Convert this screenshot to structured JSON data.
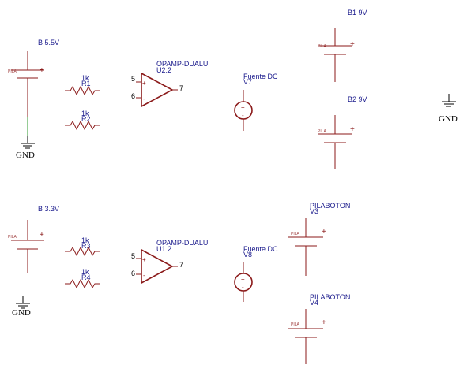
{
  "batteries": [
    {
      "name": "B 5.5V",
      "type": "PILA"
    },
    {
      "name": "B 3.3V",
      "type": "PILA"
    },
    {
      "name": "B1 9V",
      "type": "PILA"
    },
    {
      "name": "B2 9V",
      "type": "PILA"
    }
  ],
  "pilabotons": [
    {
      "part": "PILABOTON",
      "ref": "V3",
      "type": "PILA"
    },
    {
      "part": "PILABOTON",
      "ref": "V4",
      "type": "PILA"
    }
  ],
  "resistors": [
    {
      "value": "1k",
      "ref": "R1"
    },
    {
      "value": "1k",
      "ref": "R2"
    },
    {
      "value": "1k",
      "ref": "R3"
    },
    {
      "value": "1k",
      "ref": "R4"
    }
  ],
  "opamps": [
    {
      "part": "OPAMP-DUALU",
      "ref": "U2.2",
      "pin_plus": "5",
      "pin_minus": "6",
      "pin_out": "7"
    },
    {
      "part": "OPAMP-DUALU",
      "ref": "U1.2",
      "pin_plus": "5",
      "pin_minus": "6",
      "pin_out": "7"
    }
  ],
  "sources": [
    {
      "part": "Fuente DC",
      "ref": "V7"
    },
    {
      "part": "Fuente DC",
      "ref": "V8"
    }
  ],
  "grounds": [
    {
      "label": "GND"
    },
    {
      "label": "GND"
    },
    {
      "label": "GND"
    }
  ],
  "symbols": {
    "plus": "+",
    "minus": "-"
  },
  "colors": {
    "symbol": "#8b1a1a",
    "label": "#1a1a8c",
    "wire": "#2e9a2e",
    "ground": "#000000"
  }
}
